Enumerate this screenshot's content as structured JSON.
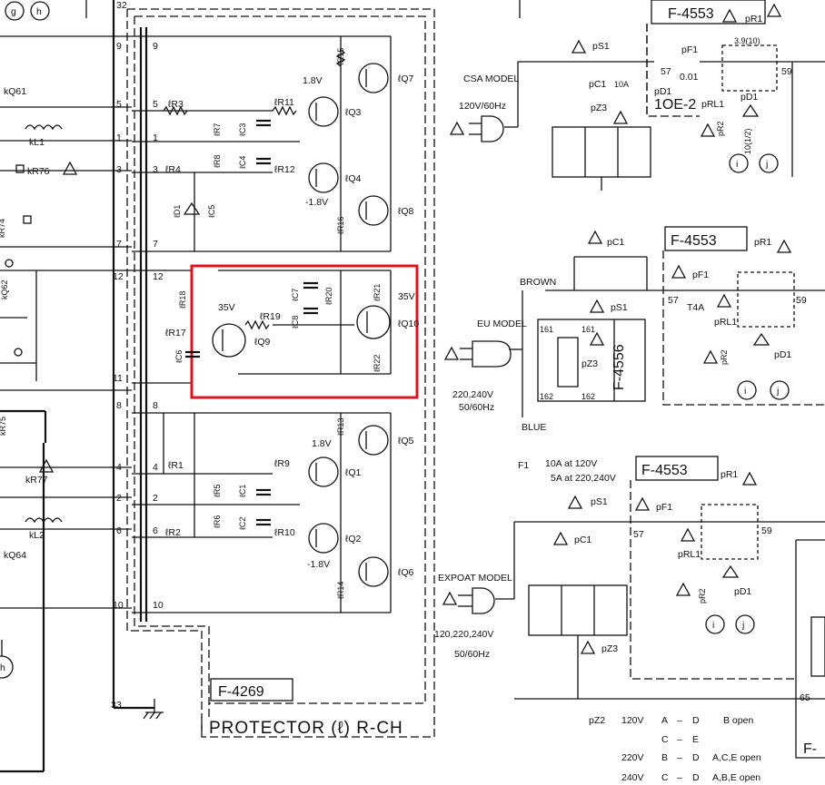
{
  "boards": {
    "protector": "F-4269",
    "protector_title": "PROTECTOR (ℓ) R-CH",
    "csa_board": "F-4553",
    "csa_board_id": "1OE-2",
    "eu_board": "F-4553",
    "eu_socket": "F-4556",
    "export_board": "F-4553",
    "misc_board": "F-"
  },
  "models": {
    "csa": "CSA MODEL",
    "csa_voltage": "120V/60Hz",
    "eu": "EU MODEL",
    "eu_voltage_1": "220,240V",
    "eu_voltage_2": "50/60Hz",
    "export": "EXPOAT MODEL",
    "export_voltage_1": "120,220,240V",
    "export_voltage_2": "50/60Hz"
  },
  "wires": {
    "brown": "BROWN",
    "blue": "BLUE"
  },
  "fuse_note": {
    "line1": "10A at 120V",
    "line2": "5A at 220,240V",
    "prefix": "F1"
  },
  "voltage_table": {
    "header": "pZ2",
    "rows": [
      {
        "v": "120V",
        "c1": "A",
        "c2": "D",
        "note": "B open"
      },
      {
        "v": "",
        "c1": "C",
        "c2": "E",
        "note": ""
      },
      {
        "v": "220V",
        "c1": "B",
        "c2": "D",
        "note": "A,C,E open"
      },
      {
        "v": "240V",
        "c1": "C",
        "c2": "D",
        "note": "A,B,E open"
      }
    ],
    "dash": "–"
  },
  "pins": {
    "left": [
      "9",
      "5",
      "1",
      "3",
      "7",
      "12",
      "11",
      "8",
      "4",
      "2",
      "6",
      "10",
      "33"
    ],
    "top": "32",
    "eu": [
      "161",
      "161",
      "162",
      "162"
    ],
    "relay": [
      "57",
      "59"
    ],
    "misc": "65"
  },
  "labels": {
    "transistors": [
      "ℓQ7",
      "ℓQ3",
      "ℓQ4",
      "ℓQ8",
      "ℓQ9",
      "ℓQ10",
      "ℓQ5",
      "ℓQ1",
      "ℓQ2",
      "ℓQ6"
    ],
    "resistors_top": [
      "ℓR15",
      "ℓR3",
      "ℓR11",
      "ℓR7",
      "ℓR8",
      "ℓR4",
      "ℓR12",
      "ℓR16",
      "ℓR18",
      "ℓR17",
      "ℓR19",
      "ℓR20",
      "ℓR21",
      "ℓR22"
    ],
    "resistors_bottom": [
      "ℓR13",
      "ℓR1",
      "ℓR9",
      "ℓR5",
      "ℓR6",
      "ℓR2",
      "ℓR10",
      "ℓR14"
    ],
    "caps": [
      "ℓC3",
      "ℓC4",
      "ℓC5",
      "ℓC6",
      "ℓC7",
      "ℓC8",
      "ℓC1",
      "ℓC2"
    ],
    "diode": "ℓD1",
    "volts": [
      "1.8V",
      "-1.8V",
      "35V",
      "35V",
      "1.8V",
      "-1.8V"
    ],
    "left_parts": [
      "kQ61",
      "kL1",
      "kR76",
      "kR74",
      "kR77",
      "kL2",
      "kQ64",
      "kR75",
      "kQ62"
    ],
    "corner": [
      "g",
      "h",
      "h"
    ],
    "csa_parts": [
      "pS1",
      "pC1",
      "pZ3",
      "pF1",
      "pRL1",
      "pR1",
      "pD1",
      "pR2",
      "i",
      "j",
      "0.01",
      "10A",
      "3.9(10)",
      "10(1/2)"
    ],
    "eu_parts": [
      "pC1",
      "pS1",
      "pZ3",
      "pF1",
      "pR1",
      "pRL1",
      "pR2",
      "pD1",
      "T4A",
      "i",
      "j"
    ],
    "export_parts": [
      "pS1",
      "pC1",
      "pF1",
      "pR1",
      "pRL1",
      "pD1",
      "pR2",
      "pZ3",
      "i",
      "j"
    ]
  },
  "highlight_color": "#e0141e"
}
